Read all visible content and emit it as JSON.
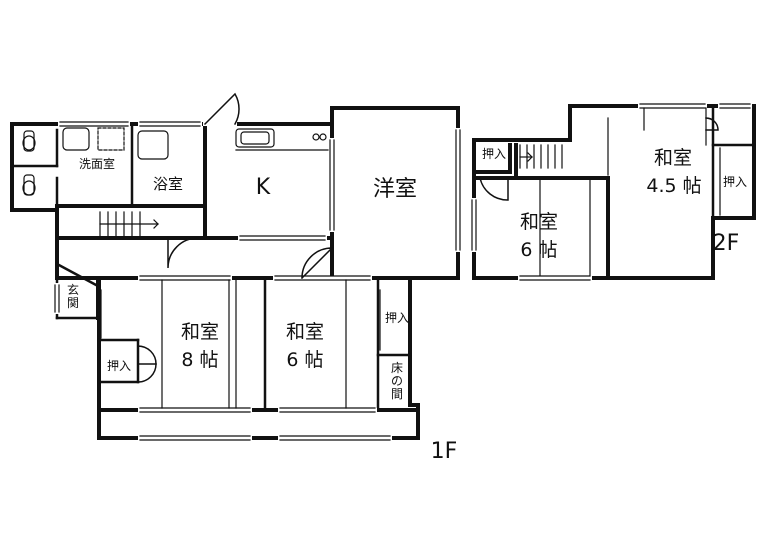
{
  "floors": {
    "first": {
      "label": "1F",
      "rooms": {
        "toilet_1": "",
        "washroom": "洗面室",
        "bath": "浴室",
        "kitchen": "K",
        "western": "洋室",
        "entrance": "玄関",
        "washitsu_8": {
          "name": "和室",
          "size": "8 帖"
        },
        "washitsu_6": {
          "name": "和室",
          "size": "6 帖"
        },
        "closet_left": "押入",
        "closet_right": "押入",
        "tokonoma": "床の間"
      }
    },
    "second": {
      "label": "2F",
      "rooms": {
        "closet_a": "押入",
        "closet_b": "押入",
        "washitsu_6": {
          "name": "和室",
          "size": "6 帖"
        },
        "washitsu_45": {
          "name": "和室",
          "size": "4.5 帖"
        }
      }
    }
  },
  "colors": {
    "wall": "#111111",
    "background": "#ffffff"
  }
}
